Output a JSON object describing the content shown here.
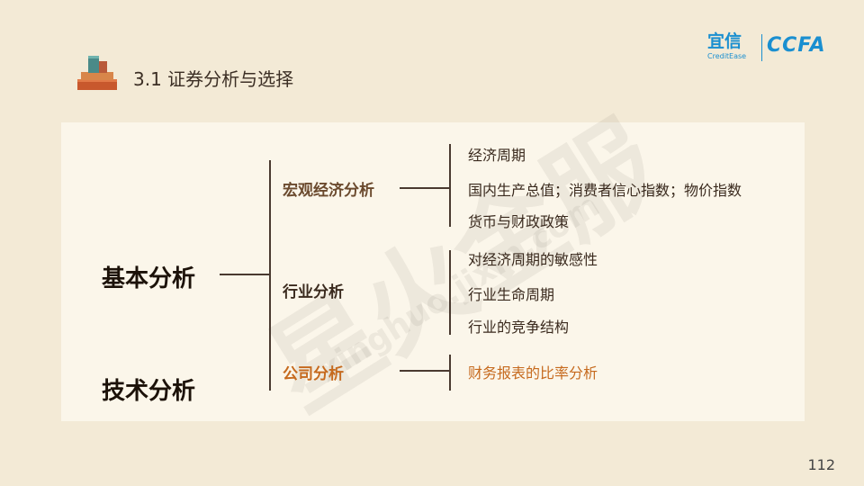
{
  "header": {
    "title": "3.1 证券分析与选择",
    "logo": {
      "brand_cn": "宜信",
      "brand_en": "CreditEase",
      "brand2": "CCFA"
    },
    "icon": "books-stack-icon"
  },
  "diagram": {
    "roots": [
      "基本分析",
      "技术分析"
    ],
    "branches": [
      {
        "label": "宏观经济分析",
        "color": "#6b4a2e",
        "items": [
          "经济周期",
          "国内生产总值；消费者信心指数；物价指数",
          "货币与财政政策"
        ]
      },
      {
        "label": "行业分析",
        "color": "#3a2a1e",
        "items": [
          "对经济周期的敏感性",
          "行业生命周期",
          "行业的竞争结构"
        ]
      },
      {
        "label": "公司分析",
        "color": "#c66a1e",
        "items": [
          "财务报表的比率分析"
        ]
      }
    ]
  },
  "watermark": {
    "main": "星火金服",
    "sub": "xinghuo.jixin.com"
  },
  "page": {
    "number": "112"
  },
  "colors": {
    "background": "#f3ead6",
    "panel": "#fbf6ea",
    "accent": "#c66a1e",
    "brand": "#1a8fd0"
  }
}
